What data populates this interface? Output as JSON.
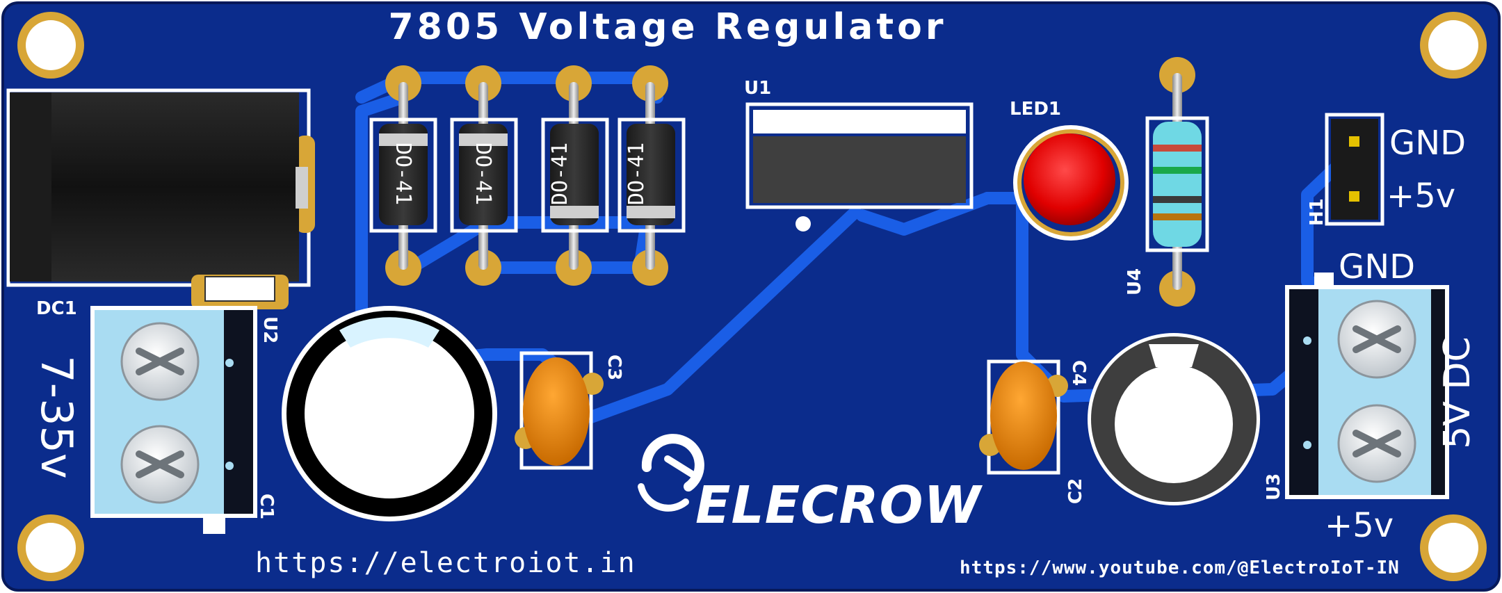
{
  "board": {
    "title": "7805 Voltage Regulator",
    "url_left": "https://electroiot.in",
    "url_right": "https://www.youtube.com/@ElectroIoT-IN",
    "logo_text": "ELECROW",
    "colors": {
      "board": "#0b2c8c",
      "board_edge": "#06195a",
      "trace": "#1a5ee6",
      "pad_gold": "#d8a637",
      "silkscreen": "#ffffff",
      "terminal_blue": "#a9dcf2",
      "led_red": "#e00000",
      "resistor_body": "#6fd8e4",
      "capacitor_orange": "#e8820c"
    }
  },
  "refs": {
    "dc1": "DC1",
    "u2": "U2",
    "c1": "C1",
    "c3": "C3",
    "u1": "U1",
    "led1": "LED1",
    "u4": "U4",
    "c4": "C4",
    "c2": "C2",
    "h1": "H1",
    "u3": "U3"
  },
  "diodes": [
    {
      "label": "DO-41"
    },
    {
      "label": "DO-41"
    },
    {
      "label": "DO-41"
    },
    {
      "label": "DO-41"
    }
  ],
  "labels": {
    "input_voltage": "7-35v",
    "header_gnd": "GND",
    "header_5v": "+5v",
    "out_gnd": "GND",
    "out_5v": "+5v",
    "out_dc": "5V DC"
  }
}
